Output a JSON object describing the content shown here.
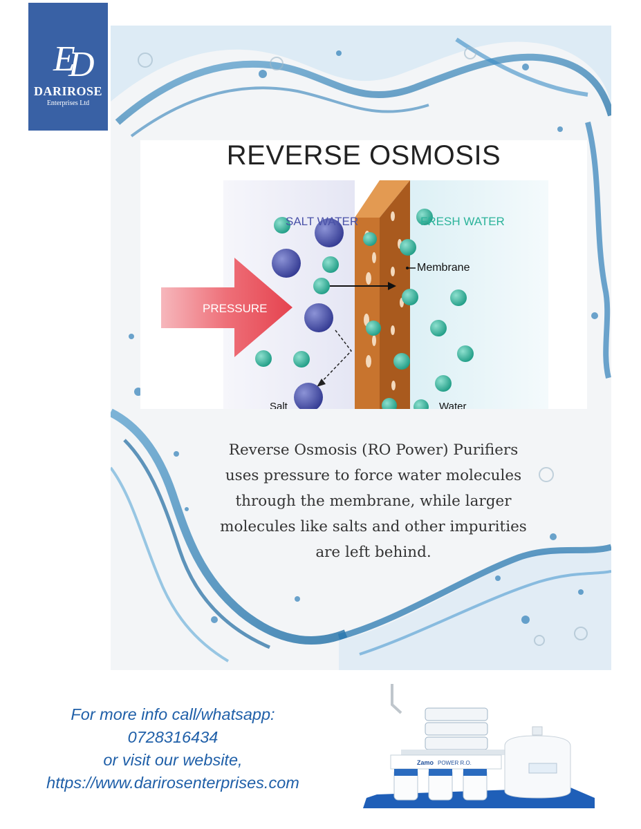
{
  "brand": {
    "monogram": "ED",
    "name": "DARIROSE",
    "subtitle": "Enterprises Ltd",
    "bg_color": "#3961a5"
  },
  "diagram": {
    "title": "REVERSE OSMOSIS",
    "salt_water_label": "SALT WATER",
    "fresh_water_label": "FRESH WATER",
    "pressure_label": "PRESSURE",
    "membrane_label": "Membrane",
    "salt_label": "Salt",
    "water_label": "Water",
    "colors": {
      "membrane": "#c8742e",
      "salt": "#4a52a8",
      "water": "#2bb39a",
      "arrow": "#e8525d",
      "salt_label_color": "#4a52a8",
      "fresh_label_color": "#2bb39a"
    }
  },
  "description": {
    "lines": [
      "Reverse Osmosis (RO Power) Purifiers",
      "uses pressure to force water molecules",
      "through the membrane, while larger",
      "molecules like salts and other impurities",
      "are left behind."
    ]
  },
  "contact": {
    "line1": "For more info call/whatsapp:",
    "phone": "0728316434",
    "line3": "or visit our website,",
    "website": "https://www.darirosenterprises.com",
    "color": "#1f5fa8"
  },
  "product": {
    "brand_label": "Zamo",
    "model_label": "POWER R.O."
  }
}
